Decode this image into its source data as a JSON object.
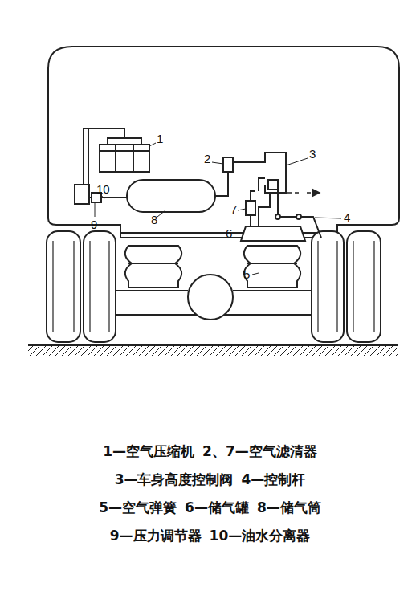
{
  "diagram": {
    "labels": [
      "1",
      "2",
      "3",
      "10",
      "7",
      "9",
      "8",
      "4",
      "6",
      "5",
      "1—空气压缩机",
      "2、7—空气滤清器",
      "3—车身高度控制阀",
      "4—控制杆",
      "5—空气弹簧",
      "6—储气罐",
      "8—储气筒",
      "9—压力调节器",
      "10—油水分离器"
    ]
  }
}
